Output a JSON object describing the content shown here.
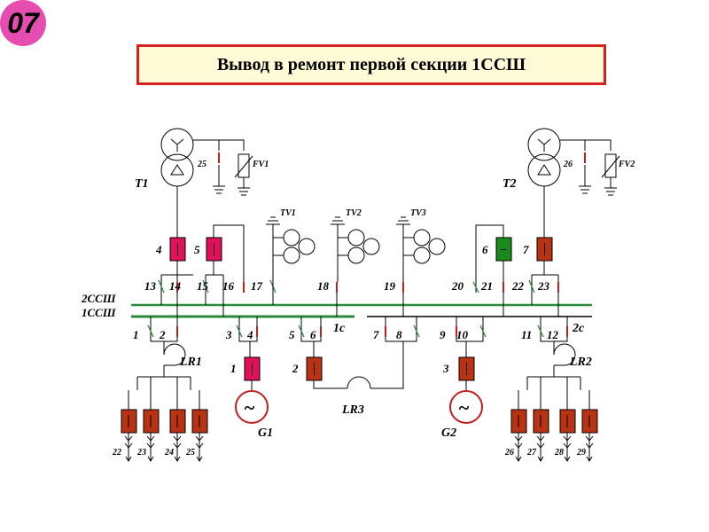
{
  "badge": "07",
  "title": "Вывод в ремонт первой секции 1ССШ",
  "colors": {
    "bus1": "#2a8a3a",
    "bus2": "#2a8a3a",
    "breaker_on": "#b83214",
    "breaker_pink": "#e0105a",
    "breaker_off": "#1a8a1a",
    "title_border": "#d62020",
    "badge": "#e64db0"
  },
  "labels": {
    "t1": "T1",
    "t2": "T2",
    "fv1": "FV1",
    "fv2": "FV2",
    "d25": "25",
    "d26": "26",
    "tv1": "TV1",
    "tv2": "TV2",
    "tv3": "TV3",
    "bus2": "2ССШ",
    "bus1": "1ССШ",
    "sec1": "1с",
    "sec2": "2с",
    "lr1": "LR1",
    "lr2": "LR2",
    "lr3": "LR3",
    "g1": "G1",
    "g2": "G2",
    "b4": "4",
    "b5": "5",
    "b6": "6",
    "b7": "7",
    "b1": "1",
    "b2": "2",
    "b3": "3",
    "d13": "13",
    "d14": "14",
    "d15": "15",
    "d16": "16",
    "d17": "17",
    "d18": "18",
    "d19": "19",
    "d20": "20",
    "d21": "21",
    "d22": "22",
    "d23": "23",
    "l1": "1",
    "l2": "2",
    "l3": "3",
    "l4": "4",
    "l5": "5",
    "l6": "6",
    "l7": "7",
    "l8": "8",
    "l9": "9",
    "l10": "10",
    "l11": "11",
    "l12": "12",
    "f22": "22",
    "f23": "23",
    "f24": "24",
    "f25": "25",
    "f26": "26",
    "f27": "27",
    "f28": "28",
    "f29": "29",
    "gen": "~",
    "gen2": "~",
    "minus": "−"
  }
}
